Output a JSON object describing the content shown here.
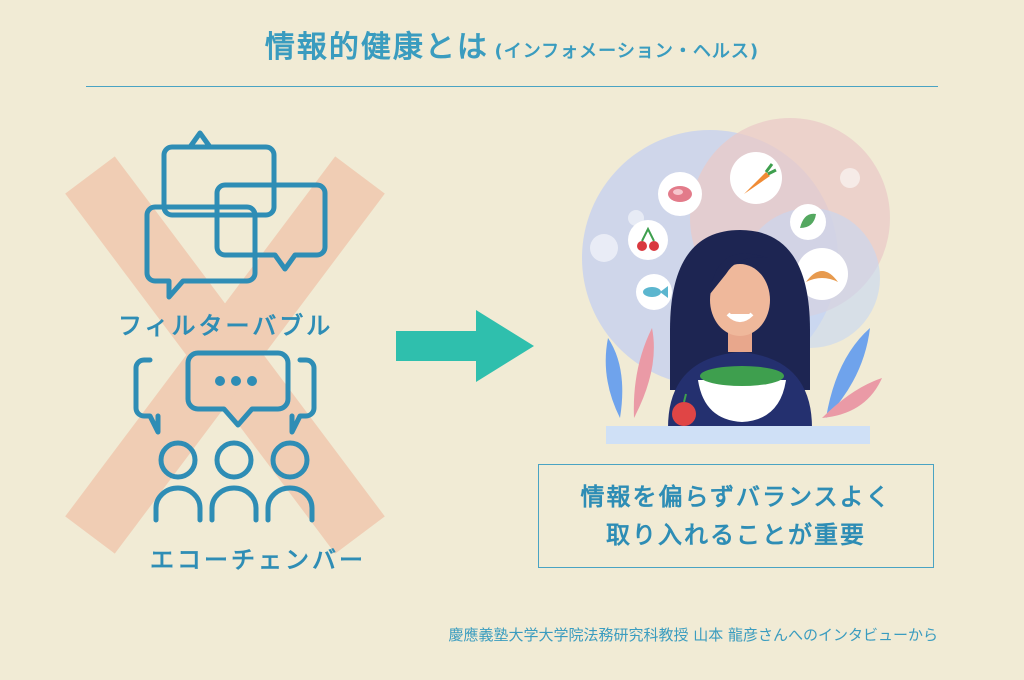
{
  "title": {
    "main": "情報的健康とは",
    "sub": "(インフォメーション・ヘルス)"
  },
  "left": {
    "filter_bubble_label": "フィルターバブル",
    "echo_chamber_label": "エコーチェンバー"
  },
  "message": {
    "line1": "情報を偏らずバランスよく",
    "line2": "取り入れることが重要"
  },
  "credit": "慶應義塾大学大学院法務研究科教授 山本 龍彦さんへのインタビューから",
  "colors": {
    "accent": "#3a9cbf",
    "cross": "#f0cdb4",
    "arrow": "#2fbfad",
    "background": "#f1ebd5"
  }
}
